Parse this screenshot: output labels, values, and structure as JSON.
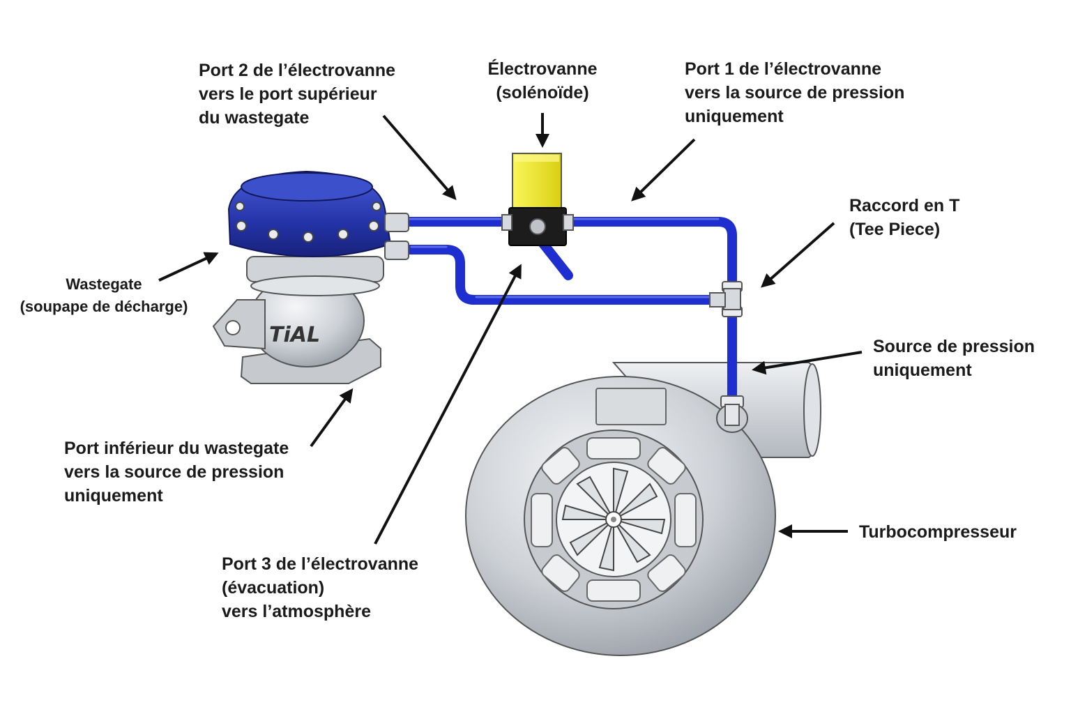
{
  "labels": {
    "solenoid": [
      "Électrovanne",
      "(solénoïde)"
    ],
    "port2": [
      "Port 2 de l’électrovanne",
      "vers le port supérieur",
      "du wastegate"
    ],
    "port1": [
      "Port 1 de l’électrovanne",
      "vers la source de pression",
      "uniquement"
    ],
    "tee": [
      "Raccord en T",
      "(Tee Piece)"
    ],
    "wastegate": [
      "Wastegate",
      "(soupape de décharge)"
    ],
    "pressure_source": [
      "Source de pression",
      "uniquement"
    ],
    "wastegate_lower": [
      "Port inférieur du wastegate",
      "vers la source de pression",
      "uniquement"
    ],
    "port3": [
      "Port 3 de l’électrovanne",
      "(évacuation)",
      "vers l’atmosphère"
    ],
    "turbo": [
      "Turbocompresseur"
    ]
  },
  "colors": {
    "hose": "#1f2fcf",
    "wastegate_cap": "#2433a8",
    "solenoid": "#f2ea2a",
    "metal": "#c8ccd2",
    "arrow": "#111111"
  }
}
